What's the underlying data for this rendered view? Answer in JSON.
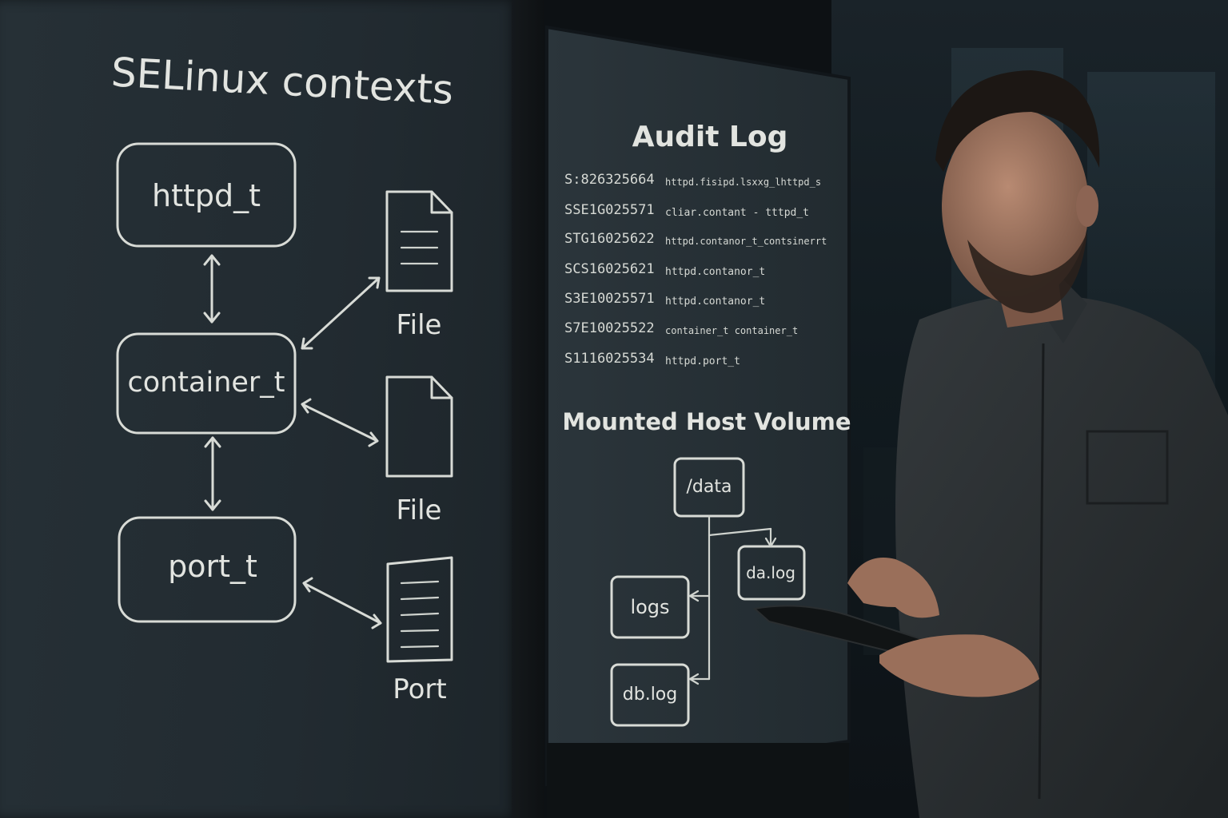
{
  "left_board": {
    "title": "SELinux contexts",
    "contexts": [
      "httpd_t",
      "container_t",
      "port_t"
    ],
    "objects": [
      "File",
      "File",
      "Port"
    ]
  },
  "right_board": {
    "audit_title": "Audit Log",
    "audit_lines": [
      {
        "id": "S:826325664",
        "msg": "httpd.fisipd.lsxxg_lhttpd_s"
      },
      {
        "id": "SSE1G025571",
        "msg": "cliar.contant - tttpd_t"
      },
      {
        "id": "STG16025622",
        "msg": "httpd.contanor_t_contsinerrt"
      },
      {
        "id": "SCS16025621",
        "msg": "httpd.contanor_t"
      },
      {
        "id": "S3E10025571",
        "msg": "httpd.contanor_t"
      },
      {
        "id": "S7E10025522",
        "msg": "container_t    container_t"
      },
      {
        "id": "S1116025534",
        "msg": "httpd.port_t"
      }
    ],
    "volume_title": "Mounted Host Volume",
    "volume_nodes": {
      "root": "/data",
      "a": "da.log",
      "b": "logs",
      "c": "db.log"
    }
  },
  "colors": {
    "board": "#232c32",
    "chalk": "#d8dbd6",
    "shirt": "#2a2e31"
  }
}
